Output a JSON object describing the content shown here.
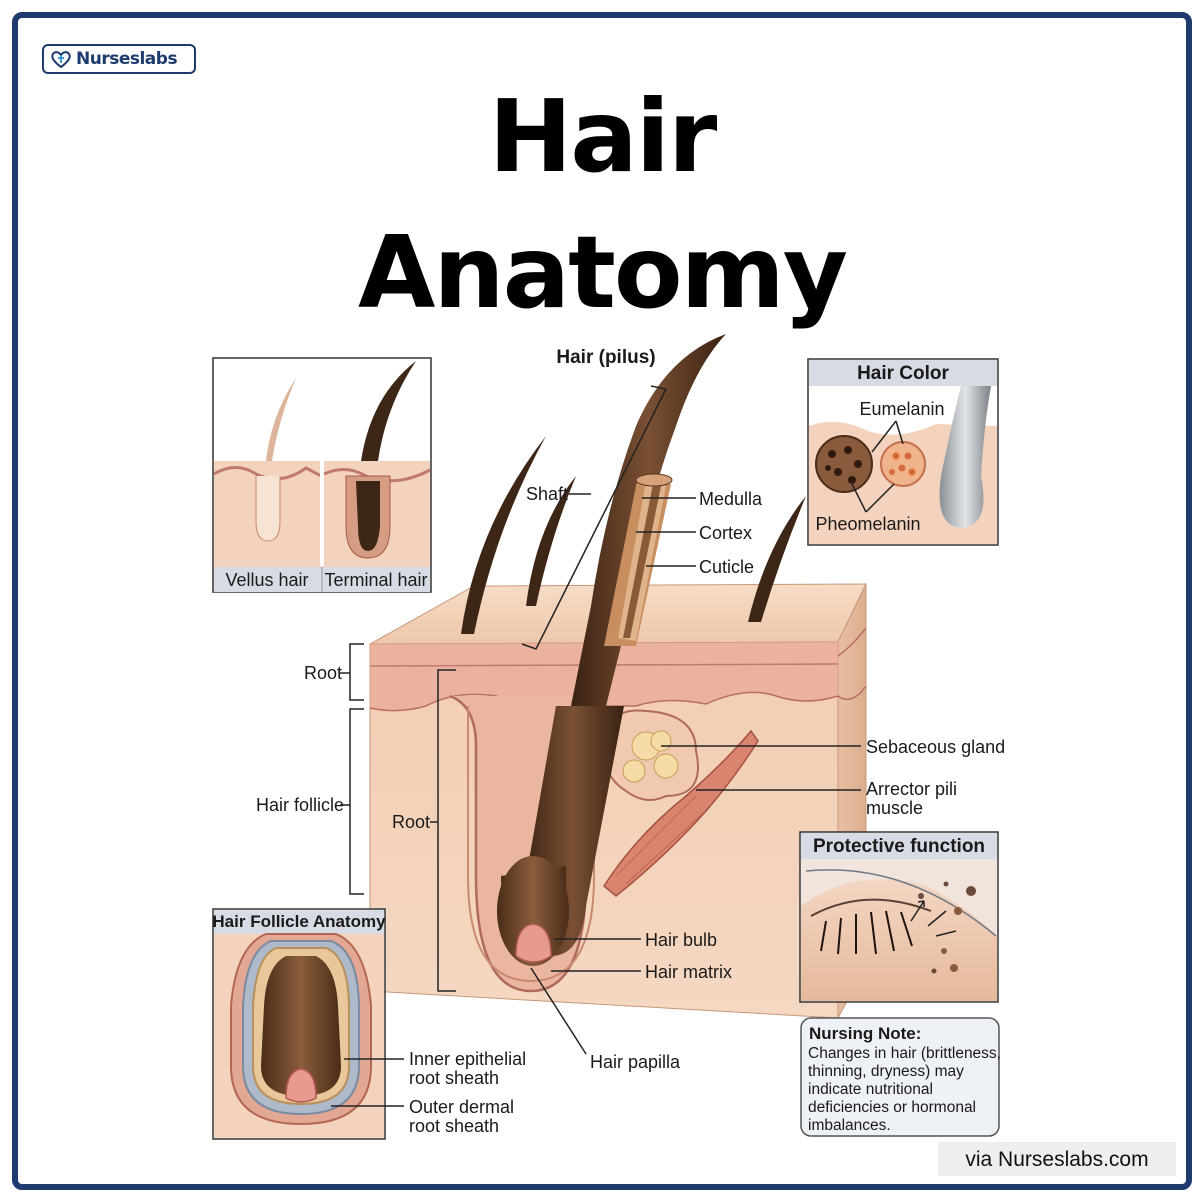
{
  "brand": {
    "logo_text": "Nurseslabs"
  },
  "title": {
    "line1": "Hair",
    "line2": "Anatomy"
  },
  "diagram": {
    "main_heading": "Hair (pilus)",
    "labels": {
      "shaft": "Shaft",
      "medulla": "Medulla",
      "cortex": "Cortex",
      "cuticle": "Cuticle",
      "root_upper": "Root",
      "hair_follicle": "Hair follicle",
      "root_inner": "Root",
      "sebaceous_gland": "Sebaceous gland",
      "arrector_line1": "Arrector pili",
      "arrector_line2": "muscle",
      "hair_bulb": "Hair bulb",
      "hair_matrix": "Hair matrix",
      "hair_papilla": "Hair papilla"
    },
    "inset_types": {
      "vellus": "Vellus hair",
      "terminal": "Terminal hair"
    },
    "inset_color": {
      "title": "Hair Color",
      "eumelanin": "Eumelanin",
      "pheomelanin": "Pheomelanin"
    },
    "inset_protective": {
      "title": "Protective function"
    },
    "inset_follicle": {
      "title": "Hair Follicle Anatomy",
      "inner_line1": "Inner epithelial",
      "inner_line2": "root sheath",
      "outer_line1": "Outer dermal",
      "outer_line2": "root sheath"
    },
    "nursing_note": {
      "heading": "Nursing Note:",
      "lines": [
        "Changes in hair (brittleness,",
        "thinning, dryness) may",
        "indicate nutritional",
        "deficiencies or hormonal",
        "imbalances."
      ]
    }
  },
  "footer": {
    "via": "via Nurseslabs.com"
  },
  "colors": {
    "border": "#1d3b6e",
    "skin": "#f3d3bd",
    "hair": "#5a3520",
    "inset_bar": "#d6dbe4"
  }
}
